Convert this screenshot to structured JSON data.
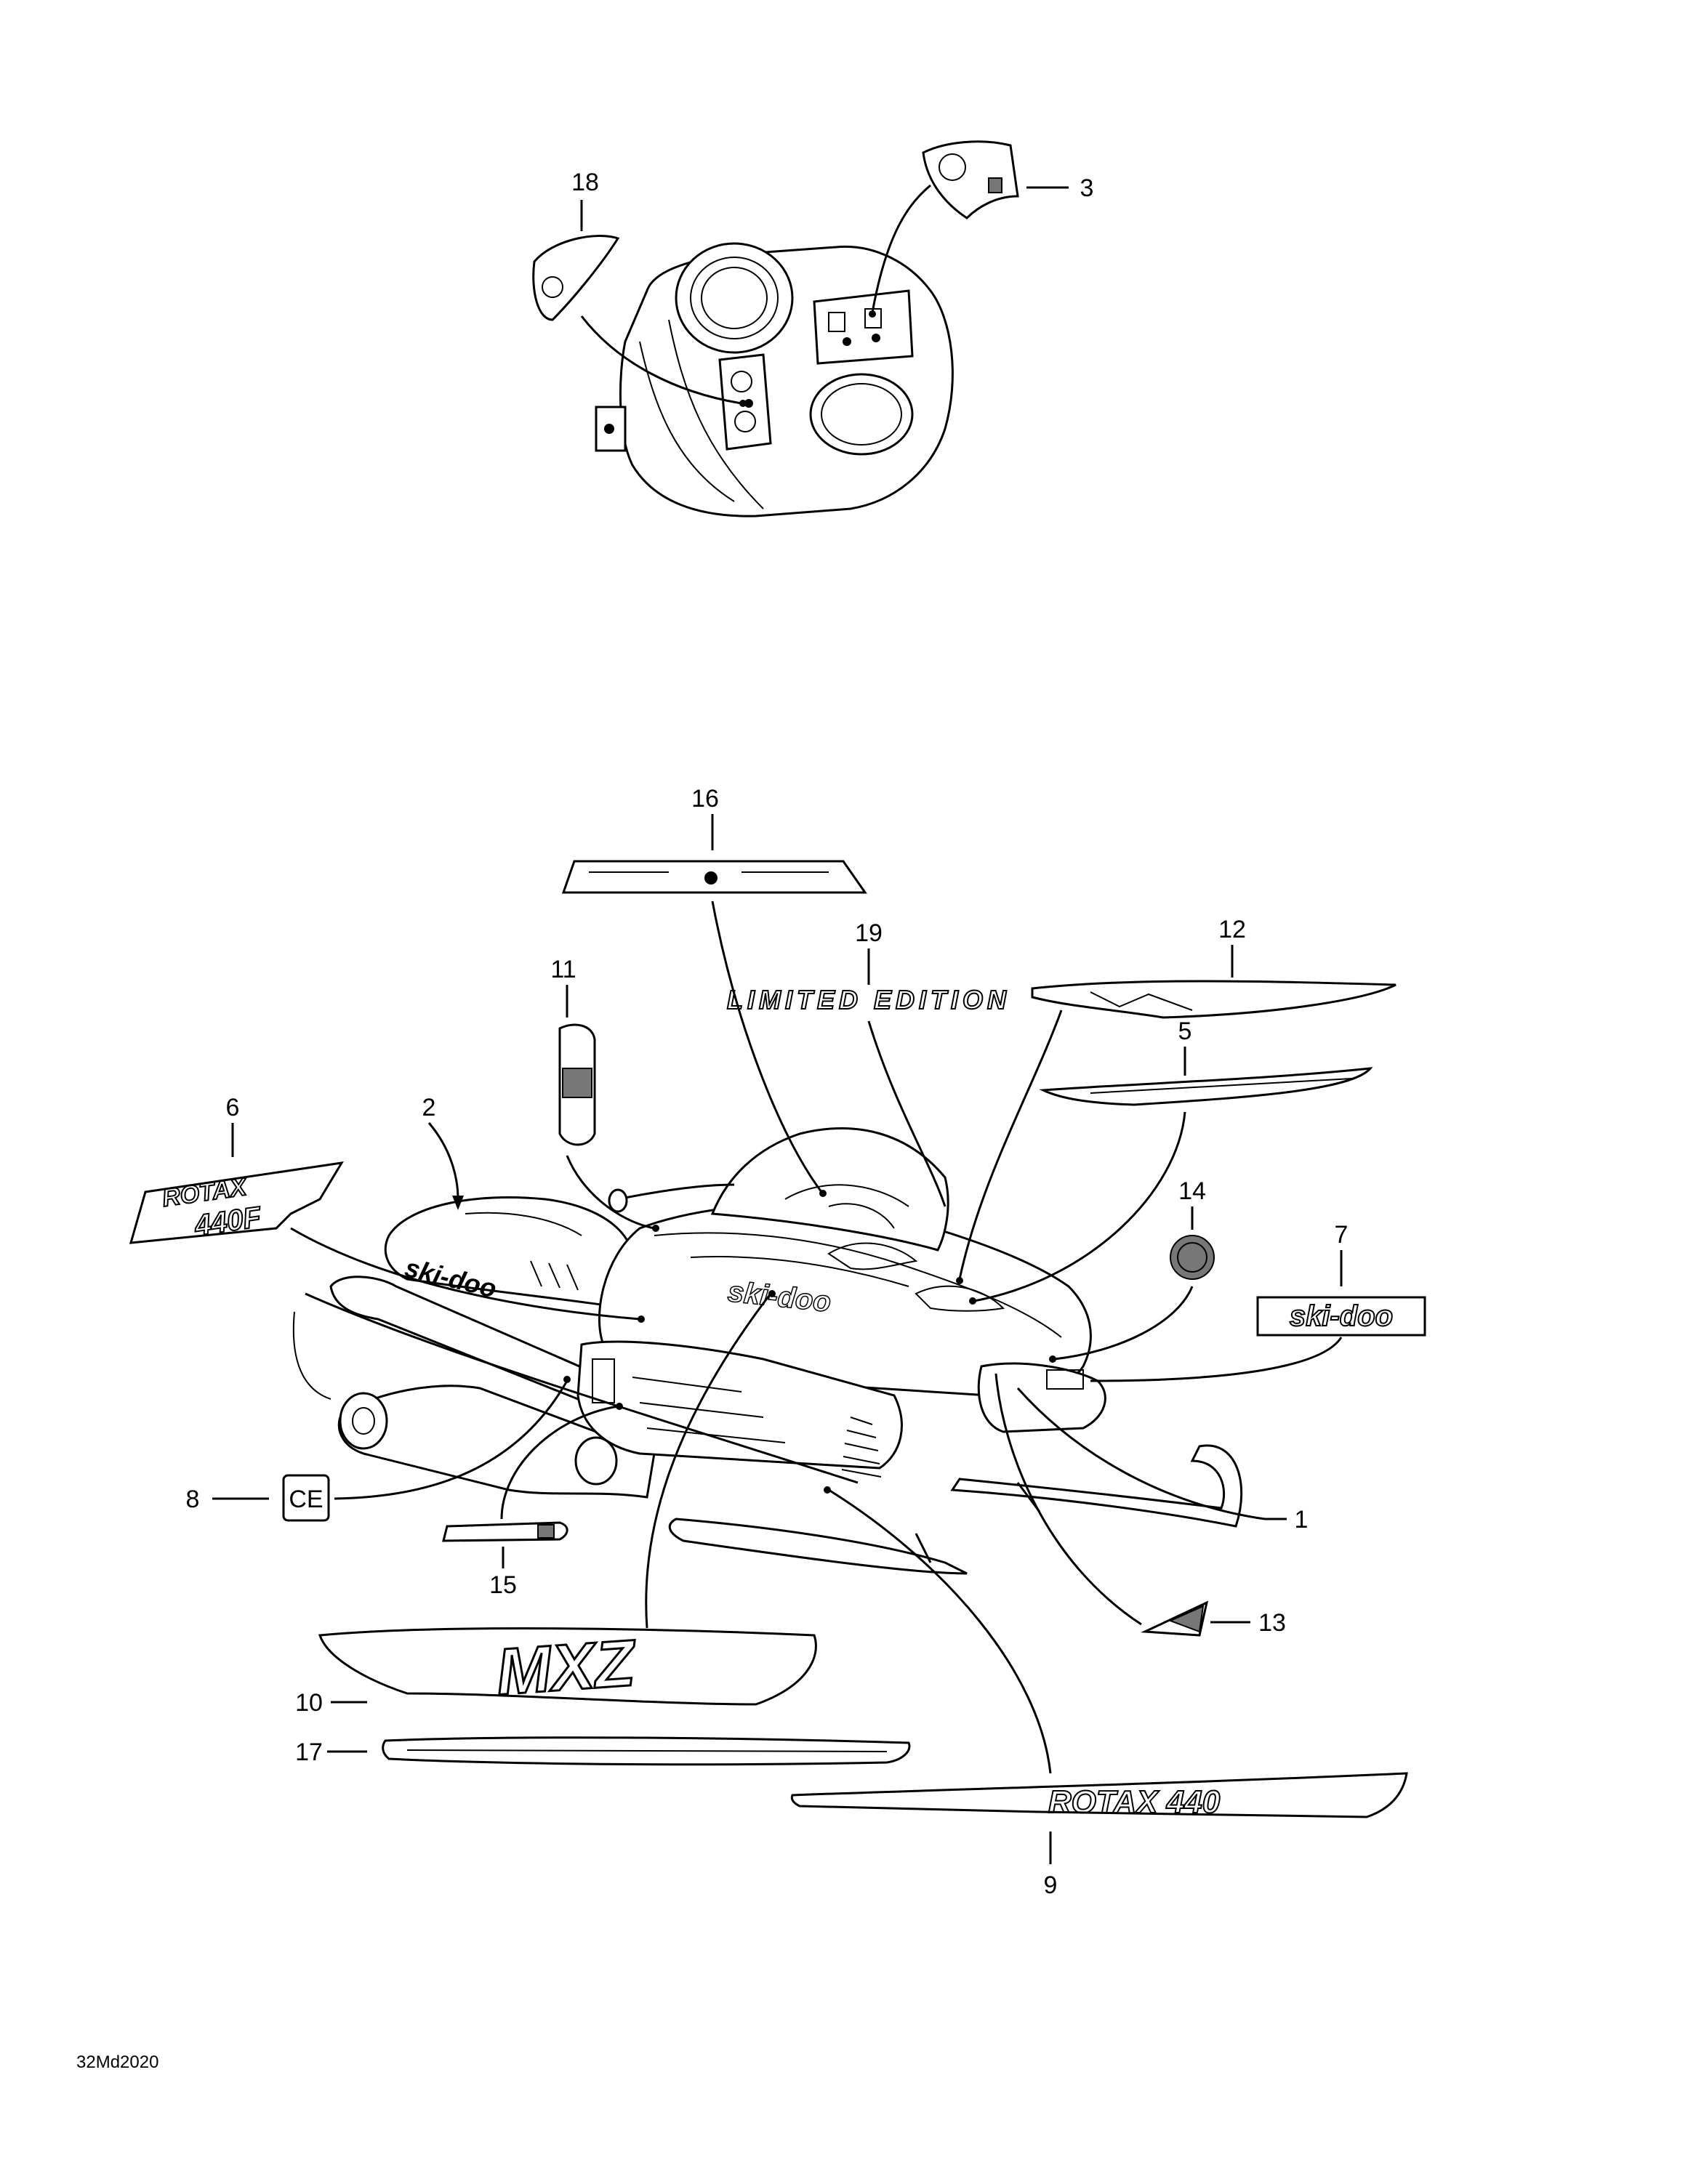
{
  "callouts": [
    {
      "id": "c1",
      "text": "1"
    },
    {
      "id": "c2",
      "text": "2"
    },
    {
      "id": "c3",
      "text": "3"
    },
    {
      "id": "c5",
      "text": "5"
    },
    {
      "id": "c6",
      "text": "6"
    },
    {
      "id": "c7",
      "text": "7"
    },
    {
      "id": "c8",
      "text": "8"
    },
    {
      "id": "c9",
      "text": "9"
    },
    {
      "id": "c10",
      "text": "10"
    },
    {
      "id": "c11",
      "text": "11"
    },
    {
      "id": "c12",
      "text": "12"
    },
    {
      "id": "c13",
      "text": "13"
    },
    {
      "id": "c14",
      "text": "14"
    },
    {
      "id": "c15",
      "text": "15"
    },
    {
      "id": "c16",
      "text": "16"
    },
    {
      "id": "c17",
      "text": "17"
    },
    {
      "id": "c18",
      "text": "18"
    },
    {
      "id": "c19",
      "text": "19"
    }
  ],
  "decals": {
    "hood_brand": "ski-doo",
    "seat_brand": "ski-doo",
    "limited_edition": "LIMITED EDITION",
    "ce_mark": "CE",
    "rotax": "ROTAX",
    "rotax_model": "440F",
    "mxz": "MXZ",
    "rotax_long": "ROTAX 440",
    "skidoo_box": "ski-doo"
  },
  "drawing_code": "32Md2020",
  "colors": {
    "line": "#000000",
    "background": "#ffffff"
  }
}
